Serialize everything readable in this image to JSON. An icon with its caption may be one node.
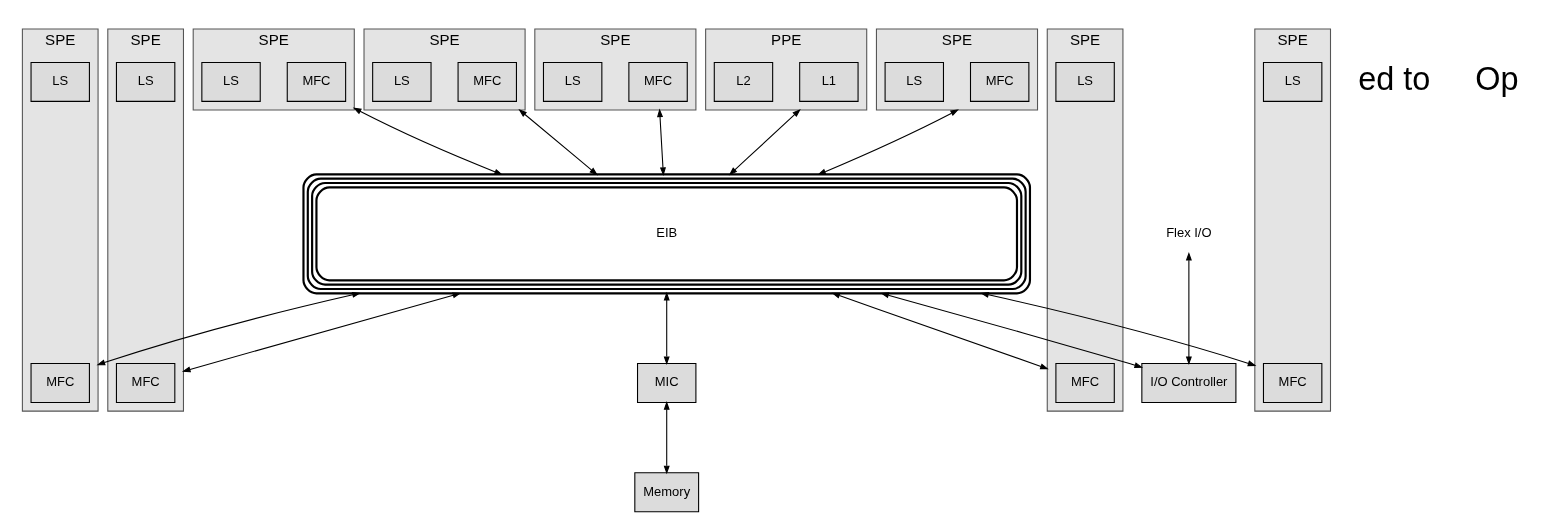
{
  "diagram": {
    "nodes": [
      {
        "text": [
          "PPE"
        ]
      },
      {
        "text": [
          "L1"
        ],
        "in": 0
      },
      {
        "text": [
          "L2"
        ],
        "in": 0
      },
      {
        "text": [
          "EIB"
        ]
      },
      {
        "text": [
          "SPE"
        ]
      },
      {
        "text": [
          "MFC"
        ],
        "in": 4
      },
      {
        "text": [
          "LS"
        ],
        "in": 4
      },
      {
        "text": [
          "SPE"
        ]
      },
      {
        "text": [
          "MFC"
        ],
        "in": 7
      },
      {
        "text": [
          "LS"
        ],
        "in": 7
      },
      {
        "text": [
          "SPE"
        ]
      },
      {
        "text": [
          "MFC"
        ],
        "in": 10
      },
      {
        "text": [
          "LS"
        ],
        "in": 10
      },
      {
        "text": [
          "SPE"
        ]
      },
      {
        "text": [
          "MFC"
        ],
        "in": 13
      },
      {
        "text": [
          "LS"
        ],
        "in": 13
      },
      {
        "text": [
          "Flex I/O"
        ]
      },
      {
        "text": [
          "I/O Controller"
        ]
      },
      {
        "text": [
          "MIC"
        ]
      },
      {
        "text": [
          "Memory"
        ]
      },
      {
        "text": [
          "SPE"
        ]
      },
      {
        "text": [
          "MFC"
        ],
        "in": 20
      },
      {
        "text": [
          "LS"
        ],
        "in": 20
      },
      {
        "text": [
          "SPE"
        ]
      },
      {
        "text": [
          "MFC"
        ],
        "in": 23
      },
      {
        "text": [
          "LS"
        ],
        "in": 23
      },
      {
        "text": [
          "SPE"
        ]
      },
      {
        "text": [
          "MFC"
        ],
        "in": 26
      },
      {
        "text": [
          "LS"
        ],
        "in": 26
      },
      {
        "text": [
          "SPE"
        ]
      },
      {
        "text": [
          "MFC"
        ],
        "in": 29
      },
      {
        "text": [
          "LS"
        ],
        "in": 29
      }
    ],
    "edges": [
      {
        "from": 4,
        "to": 3,
        "arrow": "both"
      },
      {
        "from": 7,
        "to": 3,
        "arrow": "both"
      },
      {
        "from": 10,
        "to": 3,
        "arrow": "both"
      },
      {
        "from": 13,
        "to": 3,
        "arrow": "both"
      },
      {
        "from": 16,
        "to": 17,
        "arrow": "both"
      },
      {
        "from": 0,
        "to": 3,
        "arrow": "both"
      },
      {
        "from": 3,
        "to": 17,
        "arrow": "both"
      },
      {
        "from": 3,
        "to": 18,
        "arrow": "both"
      },
      {
        "from": 18,
        "to": 19,
        "arrow": "both"
      },
      {
        "from": 3,
        "to": 20,
        "arrow": "both"
      },
      {
        "from": 3,
        "to": 23,
        "arrow": "both"
      },
      {
        "from": 3,
        "to": 26,
        "arrow": "both"
      },
      {
        "from": 3,
        "to": 29,
        "arrow": "both"
      }
    ],
    "labels": [
      "ed to",
      "Op"
    ]
  }
}
